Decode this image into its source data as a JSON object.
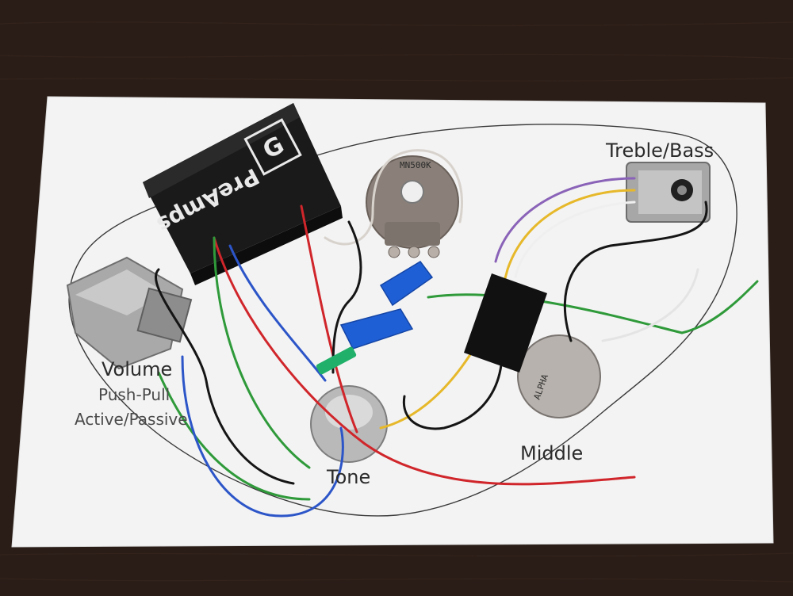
{
  "photo": {
    "labels": {
      "treble_bass": "Treble/Bass",
      "volume": "Volume",
      "push_pull": "Push-Pull",
      "active_passive": "Active/Passive",
      "tone": "Tone",
      "middle": "Middle"
    },
    "brand": {
      "name": "PreAmps"
    },
    "pot_markings": {
      "top_pot": "MN500K",
      "middle_pot": "ALPHA"
    },
    "colors": {
      "background_wood": "#2a1d17",
      "card": "#f3f3f3",
      "preamp_box": "#1c1c1c",
      "wire_red": "#d0262b",
      "wire_green": "#2f9a3a",
      "wire_blue": "#2c55c8",
      "wire_yellow": "#e6b82a",
      "wire_white": "#efefef",
      "wire_black": "#151515",
      "wire_purple": "#8a63b8",
      "connector_blue": "#1f5fd6",
      "zip_tie_green": "#21b06a"
    }
  }
}
